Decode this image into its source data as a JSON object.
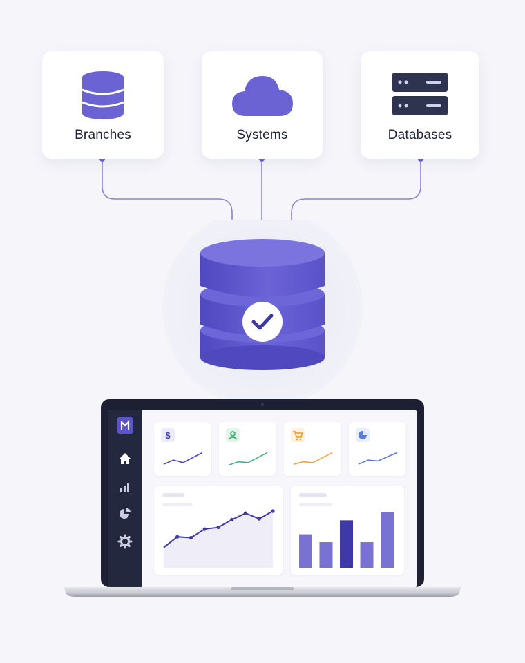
{
  "sources": [
    {
      "label": "Branches",
      "icon": "database-icon"
    },
    {
      "label": "Systems",
      "icon": "cloud-icon"
    },
    {
      "label": "Databases",
      "icon": "server-icon"
    }
  ],
  "hub": {
    "icon": "checkmark-icon"
  },
  "dashboard": {
    "sidebar_icons": [
      "logo-icon",
      "home-icon",
      "bar-chart-icon",
      "pie-chart-icon",
      "gear-icon"
    ],
    "kpis": [
      {
        "glyph": "$",
        "icon": "dollar-icon",
        "color": "#4b46b8",
        "chip": "#eceafb",
        "trend": [
          0.2,
          0.45,
          0.3,
          0.6,
          0.9
        ]
      },
      {
        "glyph": "user",
        "icon": "user-icon",
        "color": "#43b37a",
        "chip": "#e4f6ec",
        "trend": [
          0.15,
          0.35,
          0.3,
          0.6,
          0.9
        ]
      },
      {
        "glyph": "cart",
        "icon": "cart-icon",
        "color": "#f2a33a",
        "chip": "#fdf0dc",
        "trend": [
          0.2,
          0.35,
          0.3,
          0.6,
          0.9
        ]
      },
      {
        "glyph": "pie",
        "icon": "pie-icon",
        "color": "#5b79d6",
        "chip": "#e8eefb",
        "trend": [
          0.2,
          0.45,
          0.4,
          0.65,
          0.9
        ]
      }
    ],
    "line_values": [
      0.15,
      0.4,
      0.38,
      0.58,
      0.62,
      0.8,
      0.95,
      0.82,
      1.0
    ],
    "bar_values": [
      0.55,
      0.42,
      0.78,
      0.42,
      0.92
    ],
    "colors": {
      "accent": "#5b55c8",
      "accent_dark": "#3f38a8",
      "bar": "#7a72d2"
    }
  }
}
